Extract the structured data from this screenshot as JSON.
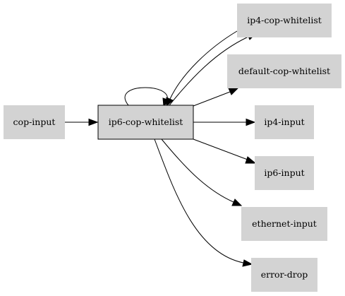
{
  "nodes": {
    "cop_input": "cop-input",
    "ip6_cop_whitelist": "ip6-cop-whitelist",
    "ip4_cop_whitelist": "ip4-cop-whitelist",
    "default_cop_whitelist": "default-cop-whitelist",
    "ip4_input": "ip4-input",
    "ip6_input": "ip6-input",
    "ethernet_input": "ethernet-input",
    "error_drop": "error-drop"
  },
  "colors": {
    "node_fill": "#d3d3d3",
    "highlight_node_fill": "#d3d3d3",
    "edge": "#000000"
  }
}
